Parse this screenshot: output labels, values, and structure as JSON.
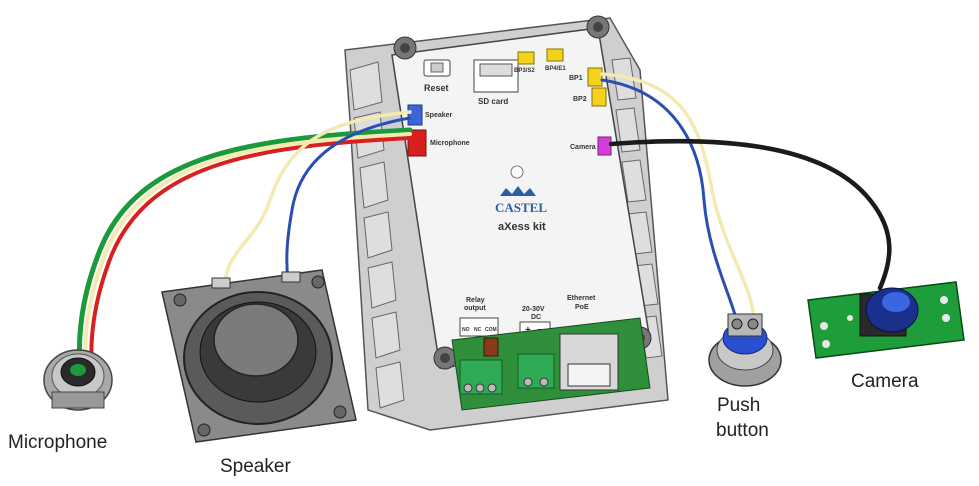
{
  "captions": {
    "microphone": "Microphone",
    "speaker": "Speaker",
    "push_button_line1": "Push",
    "push_button_line2": "button",
    "camera": "Camera"
  },
  "board": {
    "brand": "CASTEL",
    "model": "aXess kit",
    "reset": "Reset",
    "sd_card": "SD card",
    "bp3": "BP3/S2",
    "bp4": "BP4/E1",
    "bp1": "BP1",
    "bp2": "BP2",
    "speaker": "Speaker",
    "microphone": "Microphone",
    "camera": "Camera",
    "relay_line1": "Relay",
    "relay_line2": "output",
    "dc_line1": "20-30V",
    "dc_line2": "DC",
    "ethernet_line1": "Ethernet",
    "ethernet_line2": "PoE",
    "relay_no": "NO",
    "relay_nc": "NC",
    "relay_com": "COM",
    "dc_plus": "+",
    "dc_minus": "−"
  },
  "colors": {
    "wire_green": "#1a9a3a",
    "wire_red": "#d8211f",
    "wire_yellow": "#f2eab0",
    "wire_blue": "#2a4fb0",
    "wire_black": "#1b1b1b",
    "connector_yellow": "#f2d21a",
    "connector_blue": "#3a66d8",
    "connector_red": "#d8211f",
    "connector_magenta": "#d43fd8",
    "terminal_green": "#2faa55",
    "pcb_green": "#2f8f3a"
  }
}
